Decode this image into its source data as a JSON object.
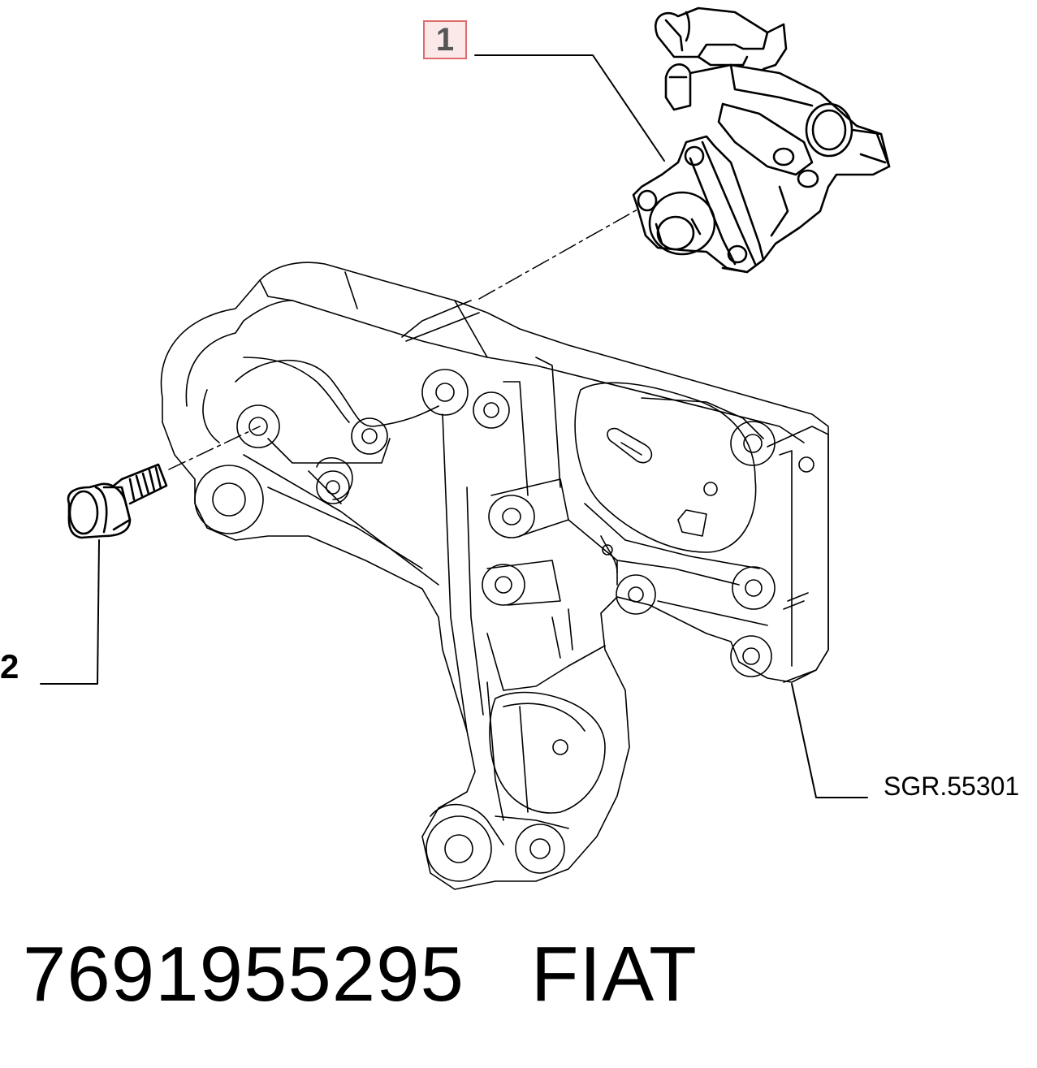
{
  "callouts": {
    "item_1": "1",
    "item_2": "2",
    "reference": "SGR.55301"
  },
  "footer": {
    "part_number": "7691955295",
    "brand": "FIAT"
  },
  "colors": {
    "line": "#000000",
    "callout_border": "#e06a6a",
    "callout_fill": "#fbe8e8",
    "callout_text": "#555555"
  }
}
